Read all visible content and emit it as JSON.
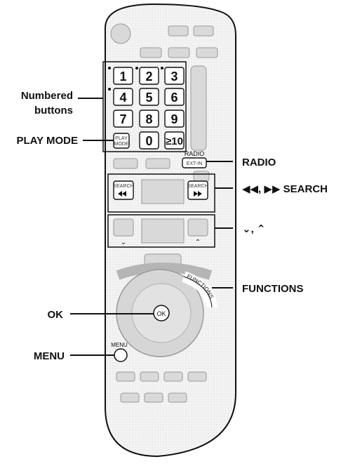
{
  "diagram": {
    "labels": {
      "numbered_buttons_line1": "Numbered",
      "numbered_buttons_line2": "buttons",
      "play_mode": "PLAY MODE",
      "ok": "OK",
      "menu": "MENU",
      "radio": "RADIO",
      "search": "◀◀, ▶▶ SEARCH",
      "up_down": "⌄, ⌃",
      "functions": "FUNCTIONS"
    },
    "remote": {
      "number_keys": [
        "1",
        "2",
        "3",
        "4",
        "5",
        "6",
        "7",
        "8",
        "9",
        "0",
        "≥10"
      ],
      "play_mode_line1": "PLAY",
      "play_mode_line2": "MODE",
      "radio_text": "RADIO",
      "ext_in_text": "EXT-IN",
      "search_left": "SEARCH",
      "search_right": "SEARCH",
      "skip_left": "⌄",
      "skip_right": "⌃",
      "ok_text": "OK",
      "functions_text": "FUNCTIONS",
      "menu_text": "MENU"
    },
    "colors": {
      "line": "#111111",
      "body": "#f2f2f2",
      "panel": "#d9d9d9"
    }
  }
}
